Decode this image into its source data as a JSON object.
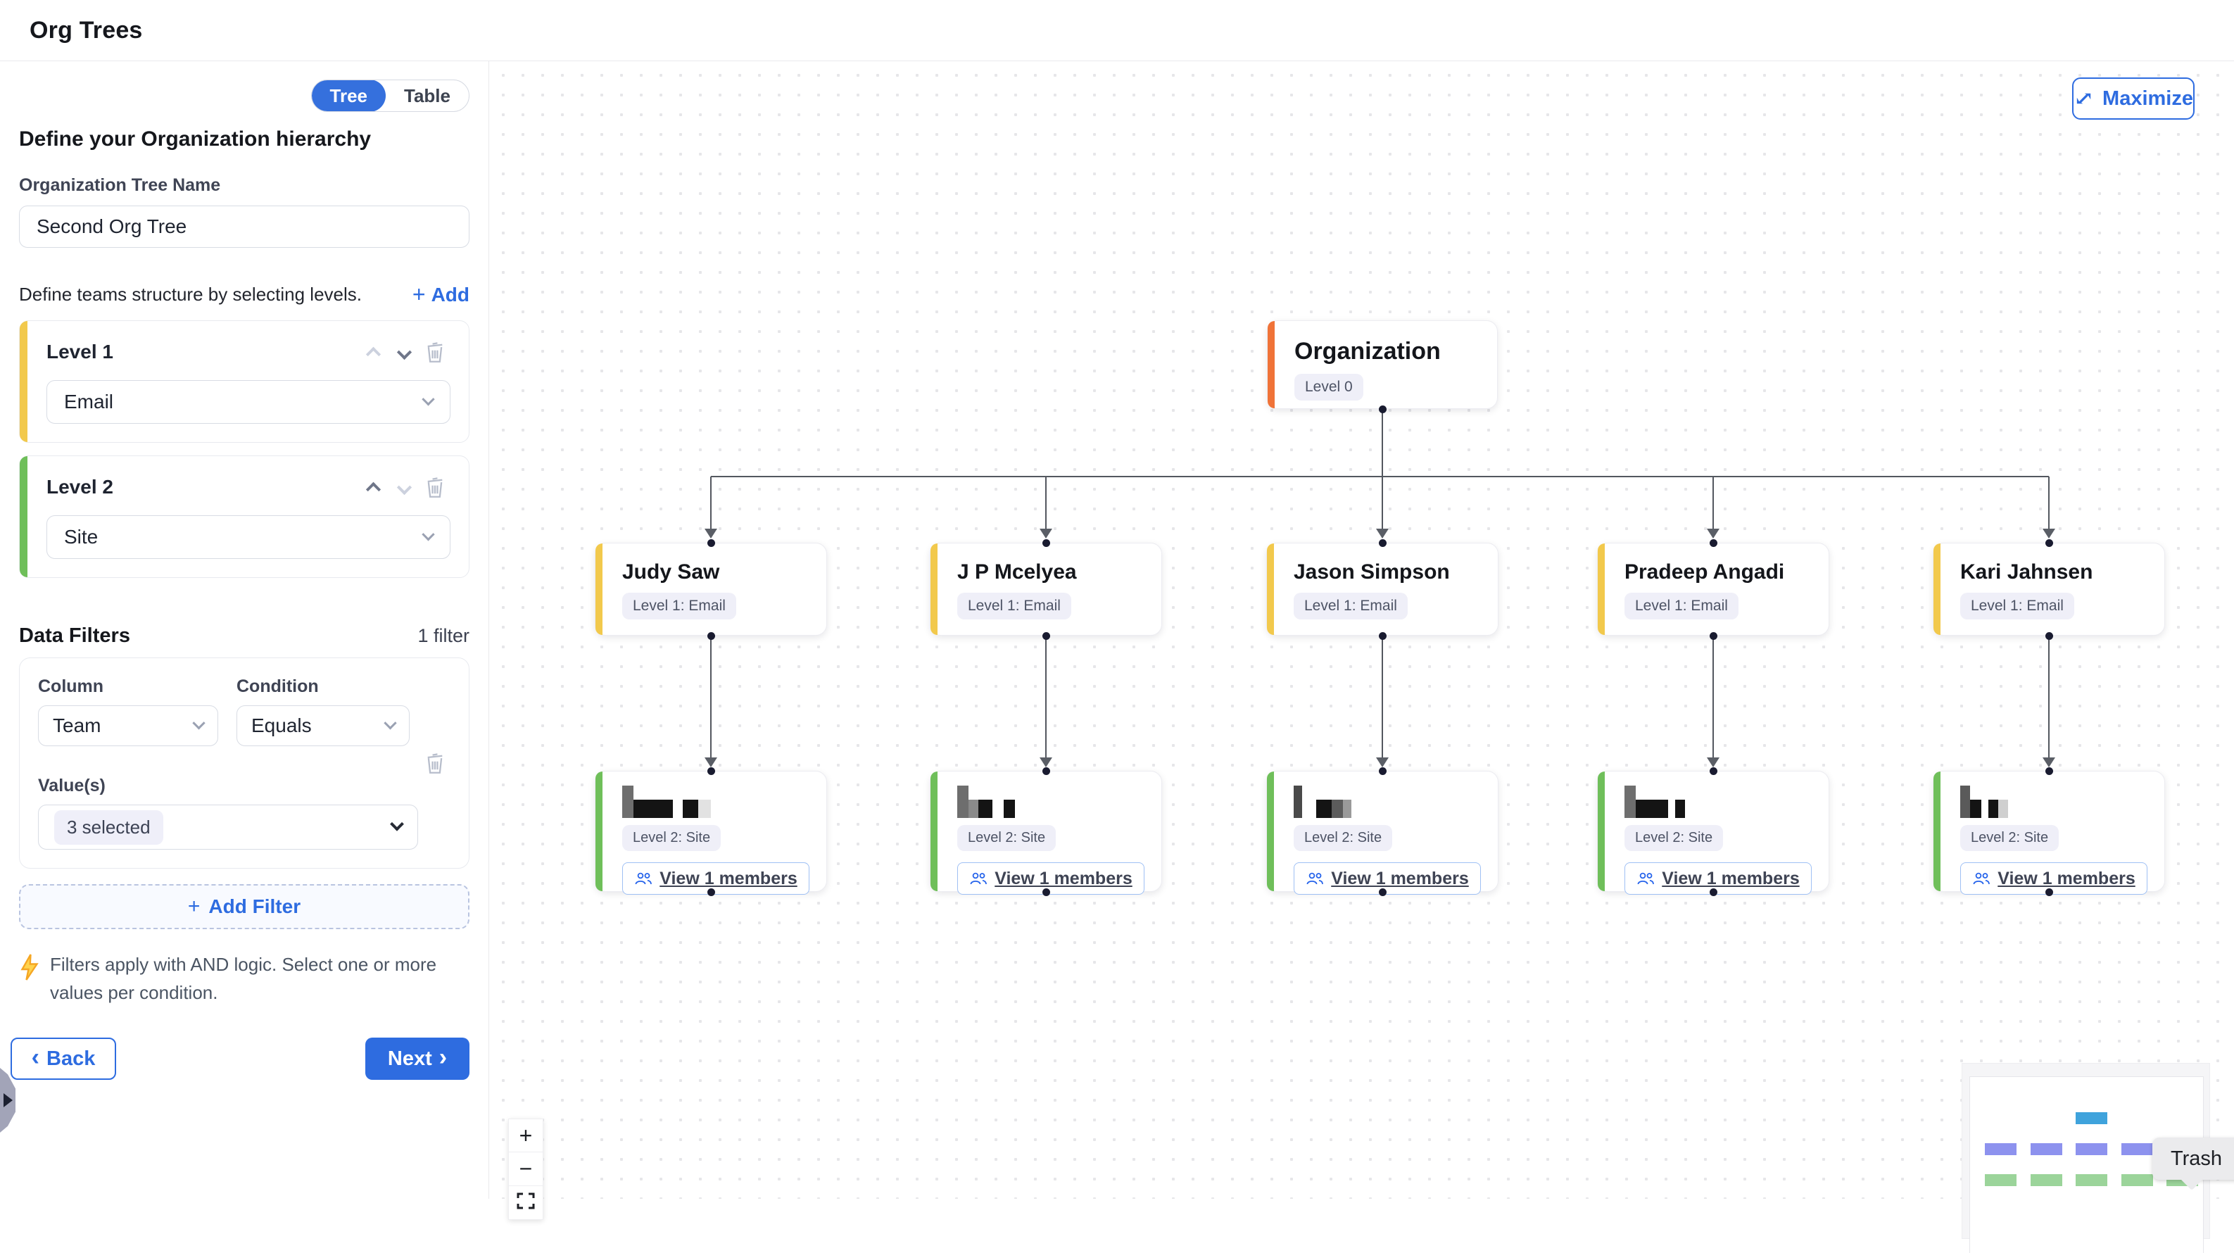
{
  "header": {
    "title": "Org Trees"
  },
  "sidebar": {
    "view_toggle": {
      "options": [
        "Tree",
        "Table"
      ],
      "selected": "Tree"
    },
    "heading": "Define your Organization hierarchy",
    "tree_name": {
      "label": "Organization Tree Name",
      "value": "Second Org Tree"
    },
    "levels_hint": "Define teams structure by selecting levels.",
    "add_level_label": "Add",
    "levels": [
      {
        "label": "Level 1",
        "value": "Email",
        "color": "#f2c94c",
        "up_enabled": false,
        "down_enabled": true
      },
      {
        "label": "Level 2",
        "value": "Site",
        "color": "#6fbf5a",
        "up_enabled": true,
        "down_enabled": false
      }
    ],
    "filters": {
      "title": "Data Filters",
      "count_label": "1 filter",
      "column_label": "Column",
      "column_value": "Team",
      "condition_label": "Condition",
      "condition_value": "Equals",
      "values_label": "Value(s)",
      "values_value": "3 selected",
      "add_filter_label": "Add Filter",
      "note": "Filters apply with AND logic. Select one or more values per condition."
    },
    "back_label": "Back",
    "next_label": "Next"
  },
  "canvas": {
    "maximize_label": "Maximize",
    "root": {
      "name": "Organization",
      "badge": "Level 0"
    },
    "level1_nodes": [
      {
        "name": "Judy Saw",
        "badge": "Level 1: Email"
      },
      {
        "name": "J P Mcelyea",
        "badge": "Level 1: Email"
      },
      {
        "name": "Jason Simpson",
        "badge": "Level 1: Email"
      },
      {
        "name": "Pradeep Angadi",
        "badge": "Level 1: Email"
      },
      {
        "name": "Kari Jahnsen",
        "badge": "Level 1: Email"
      }
    ],
    "level2_nodes": [
      {
        "badge": "Level 2: Site",
        "button_label": "View 1 members",
        "name_redacted": true,
        "redaction_blocks": [
          [
            16,
            46,
            "#6e6e6e"
          ],
          [
            56,
            26,
            "#141414"
          ],
          [
            14,
            26,
            "transparent"
          ],
          [
            22,
            26,
            "#141414"
          ],
          [
            18,
            26,
            "#e2e2e2"
          ]
        ]
      },
      {
        "badge": "Level 2: Site",
        "button_label": "View 1 members",
        "name_redacted": true,
        "redaction_blocks": [
          [
            16,
            46,
            "#6e6e6e"
          ],
          [
            14,
            26,
            "#8a8a8a"
          ],
          [
            20,
            26,
            "#141414"
          ],
          [
            16,
            26,
            "transparent"
          ],
          [
            16,
            26,
            "#141414"
          ]
        ]
      },
      {
        "badge": "Level 2: Site",
        "button_label": "View 1 members",
        "name_redacted": true,
        "redaction_blocks": [
          [
            12,
            46,
            "#4a4a4a"
          ],
          [
            20,
            26,
            "transparent"
          ],
          [
            22,
            26,
            "#141414"
          ],
          [
            16,
            26,
            "#5c5c5c"
          ],
          [
            12,
            26,
            "#9a9a9a"
          ]
        ]
      },
      {
        "badge": "Level 2: Site",
        "button_label": "View 1 members",
        "name_redacted": true,
        "redaction_blocks": [
          [
            16,
            46,
            "#6e6e6e"
          ],
          [
            46,
            26,
            "#141414"
          ],
          [
            10,
            26,
            "transparent"
          ],
          [
            14,
            26,
            "#141414"
          ]
        ]
      },
      {
        "badge": "Level 2: Site",
        "button_label": "View 1 members",
        "name_redacted": true,
        "redaction_blocks": [
          [
            14,
            46,
            "#5a5a5a"
          ],
          [
            16,
            26,
            "#141414"
          ],
          [
            10,
            26,
            "transparent"
          ],
          [
            14,
            26,
            "#141414"
          ],
          [
            14,
            26,
            "#cfcfcf"
          ]
        ]
      }
    ],
    "tooltip": "Trash",
    "zoom_controls": {
      "zoom_in": "+",
      "zoom_out": "−",
      "fit_view": "[ ]"
    }
  },
  "colors": {
    "accent_blue": "#2e6ce0",
    "link_blue": "#2563eb",
    "level0_orange": "#f07338",
    "level1_yellow": "#f2c94c",
    "level2_green": "#6fbf5a",
    "badge_bg": "#efeff8",
    "connector": "#53575f",
    "lightning_yellow": "#f5a623",
    "minimap_root": "#3fa3dc",
    "minimap_level1": "#8d92ee",
    "minimap_level2": "#9bd49a"
  }
}
